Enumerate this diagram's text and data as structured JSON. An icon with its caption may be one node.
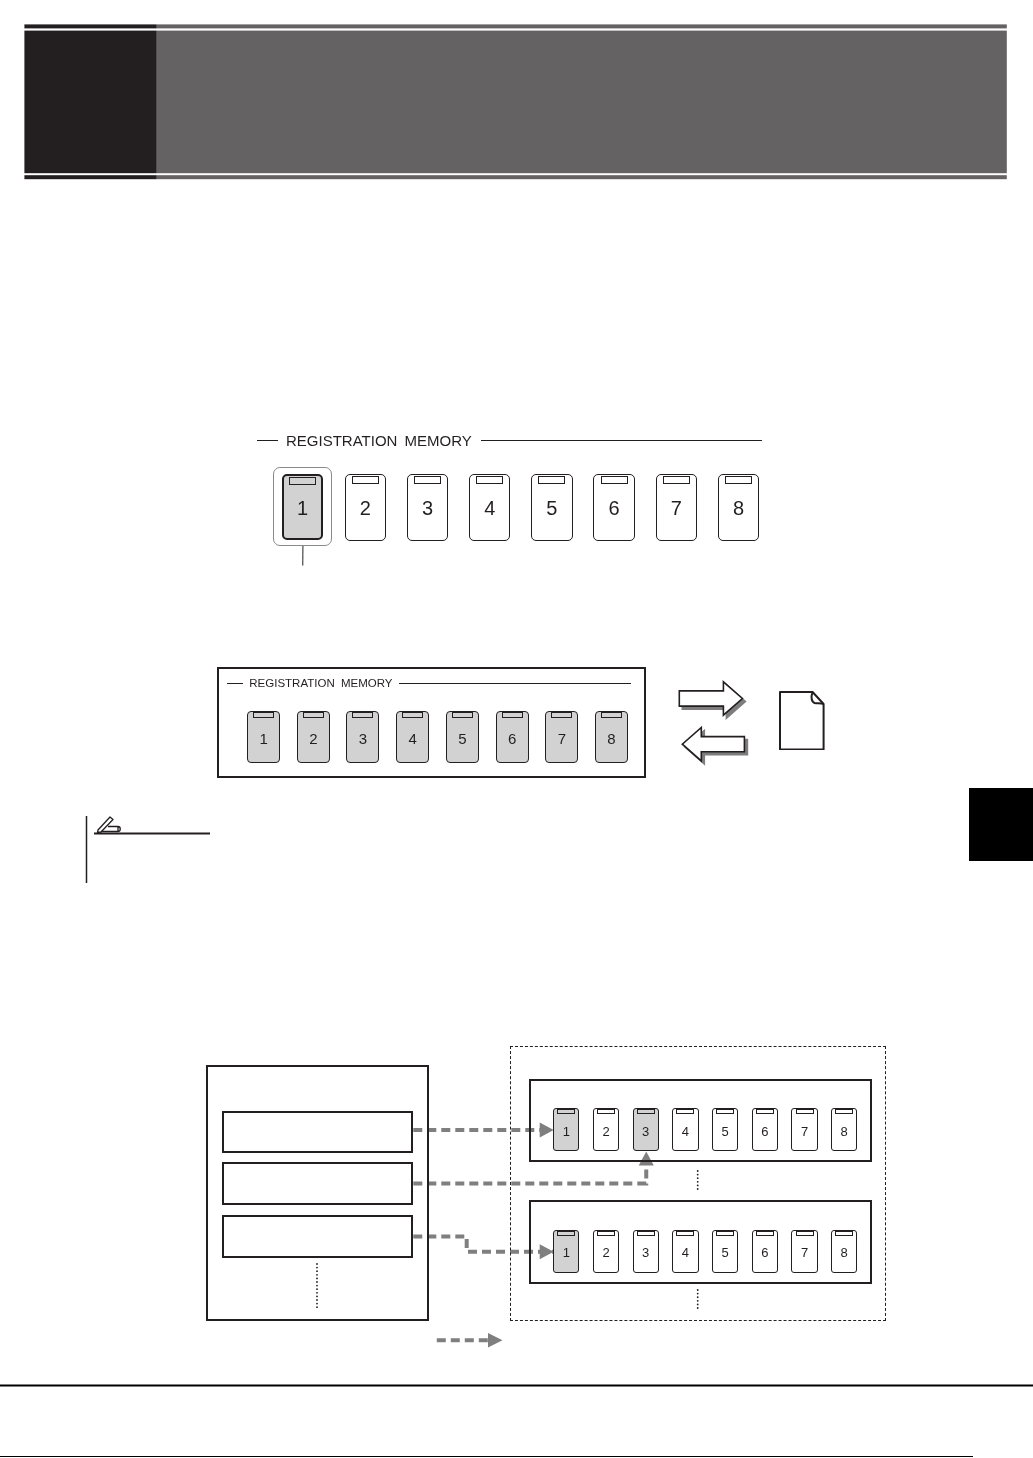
{
  "diagram": {
    "nodes": [
      {
        "text": [],
        "shape": "box"
      },
      {
        "text": [
          "1"
        ],
        "in": 0
      },
      {
        "text": [
          "2"
        ]
      },
      {
        "text": [
          "3"
        ]
      },
      {
        "text": [
          "4"
        ]
      },
      {
        "text": [
          "5"
        ]
      },
      {
        "text": [
          "6"
        ]
      },
      {
        "text": [
          "7"
        ]
      },
      {
        "text": [
          "8"
        ]
      },
      {
        "text": [
          "REGISTRATION MEMORY"
        ]
      },
      {
        "text": [
          "1"
        ],
        "in": 9
      },
      {
        "text": [
          "2"
        ],
        "in": 9
      },
      {
        "text": [
          "3"
        ],
        "in": 9
      },
      {
        "text": [
          "4"
        ],
        "in": 9
      },
      {
        "text": [
          "5"
        ],
        "in": 9
      },
      {
        "text": [
          "6"
        ],
        "in": 9
      },
      {
        "text": [
          "7"
        ],
        "in": 9
      },
      {
        "text": [
          "8"
        ],
        "in": 9
      },
      {
        "text": [],
        "shape": "document"
      },
      {
        "text": [],
        "shape": "box"
      },
      {
        "text": [],
        "shape": "box"
      },
      {
        "text": [],
        "shape": "box",
        "in": 20
      },
      {
        "text": [],
        "shape": "box",
        "in": 20
      },
      {
        "text": [],
        "shape": "box",
        "in": 20
      },
      {
        "text": [],
        "shape": "box"
      },
      {
        "text": [],
        "shape": "box",
        "in": 24
      },
      {
        "text": [
          "1"
        ],
        "in": 25
      },
      {
        "text": [
          "2"
        ],
        "in": 25
      },
      {
        "text": [
          "3"
        ],
        "in": 25
      },
      {
        "text": [
          "4"
        ],
        "in": 25
      },
      {
        "text": [
          "5"
        ],
        "in": 25
      },
      {
        "text": [
          "6"
        ],
        "in": 25
      },
      {
        "text": [
          "7"
        ],
        "in": 25
      },
      {
        "text": [
          "8"
        ],
        "in": 25
      },
      {
        "text": [],
        "shape": "box",
        "in": 24
      },
      {
        "text": [
          "1"
        ],
        "in": 34
      },
      {
        "text": [
          "2"
        ],
        "in": 34
      },
      {
        "text": [
          "3"
        ],
        "in": 34
      },
      {
        "text": [
          "4"
        ],
        "in": 34
      },
      {
        "text": [
          "5"
        ],
        "in": 34
      },
      {
        "text": [
          "6"
        ],
        "in": 34
      },
      {
        "text": [
          "7"
        ],
        "in": 34
      },
      {
        "text": [
          "8"
        ],
        "in": 34
      }
    ],
    "edges": [
      {
        "from": null,
        "to": 0,
        "arrow": "none"
      },
      {
        "from": 9,
        "to": 18,
        "arrow": "to"
      },
      {
        "from": 18,
        "to": 9,
        "arrow": "to"
      },
      {
        "from": 21,
        "to": 26,
        "arrow": "to",
        "style": "dashed",
        "color": "#7f7f7f"
      },
      {
        "from": 22,
        "to": 28,
        "arrow": "to",
        "style": "dashed",
        "color": "#7f7f7f"
      },
      {
        "from": 23,
        "to": 35,
        "arrow": "to",
        "style": "dashed",
        "color": "#7f7f7f"
      }
    ],
    "labels": [
      "REGISTRATION MEMORY"
    ]
  }
}
